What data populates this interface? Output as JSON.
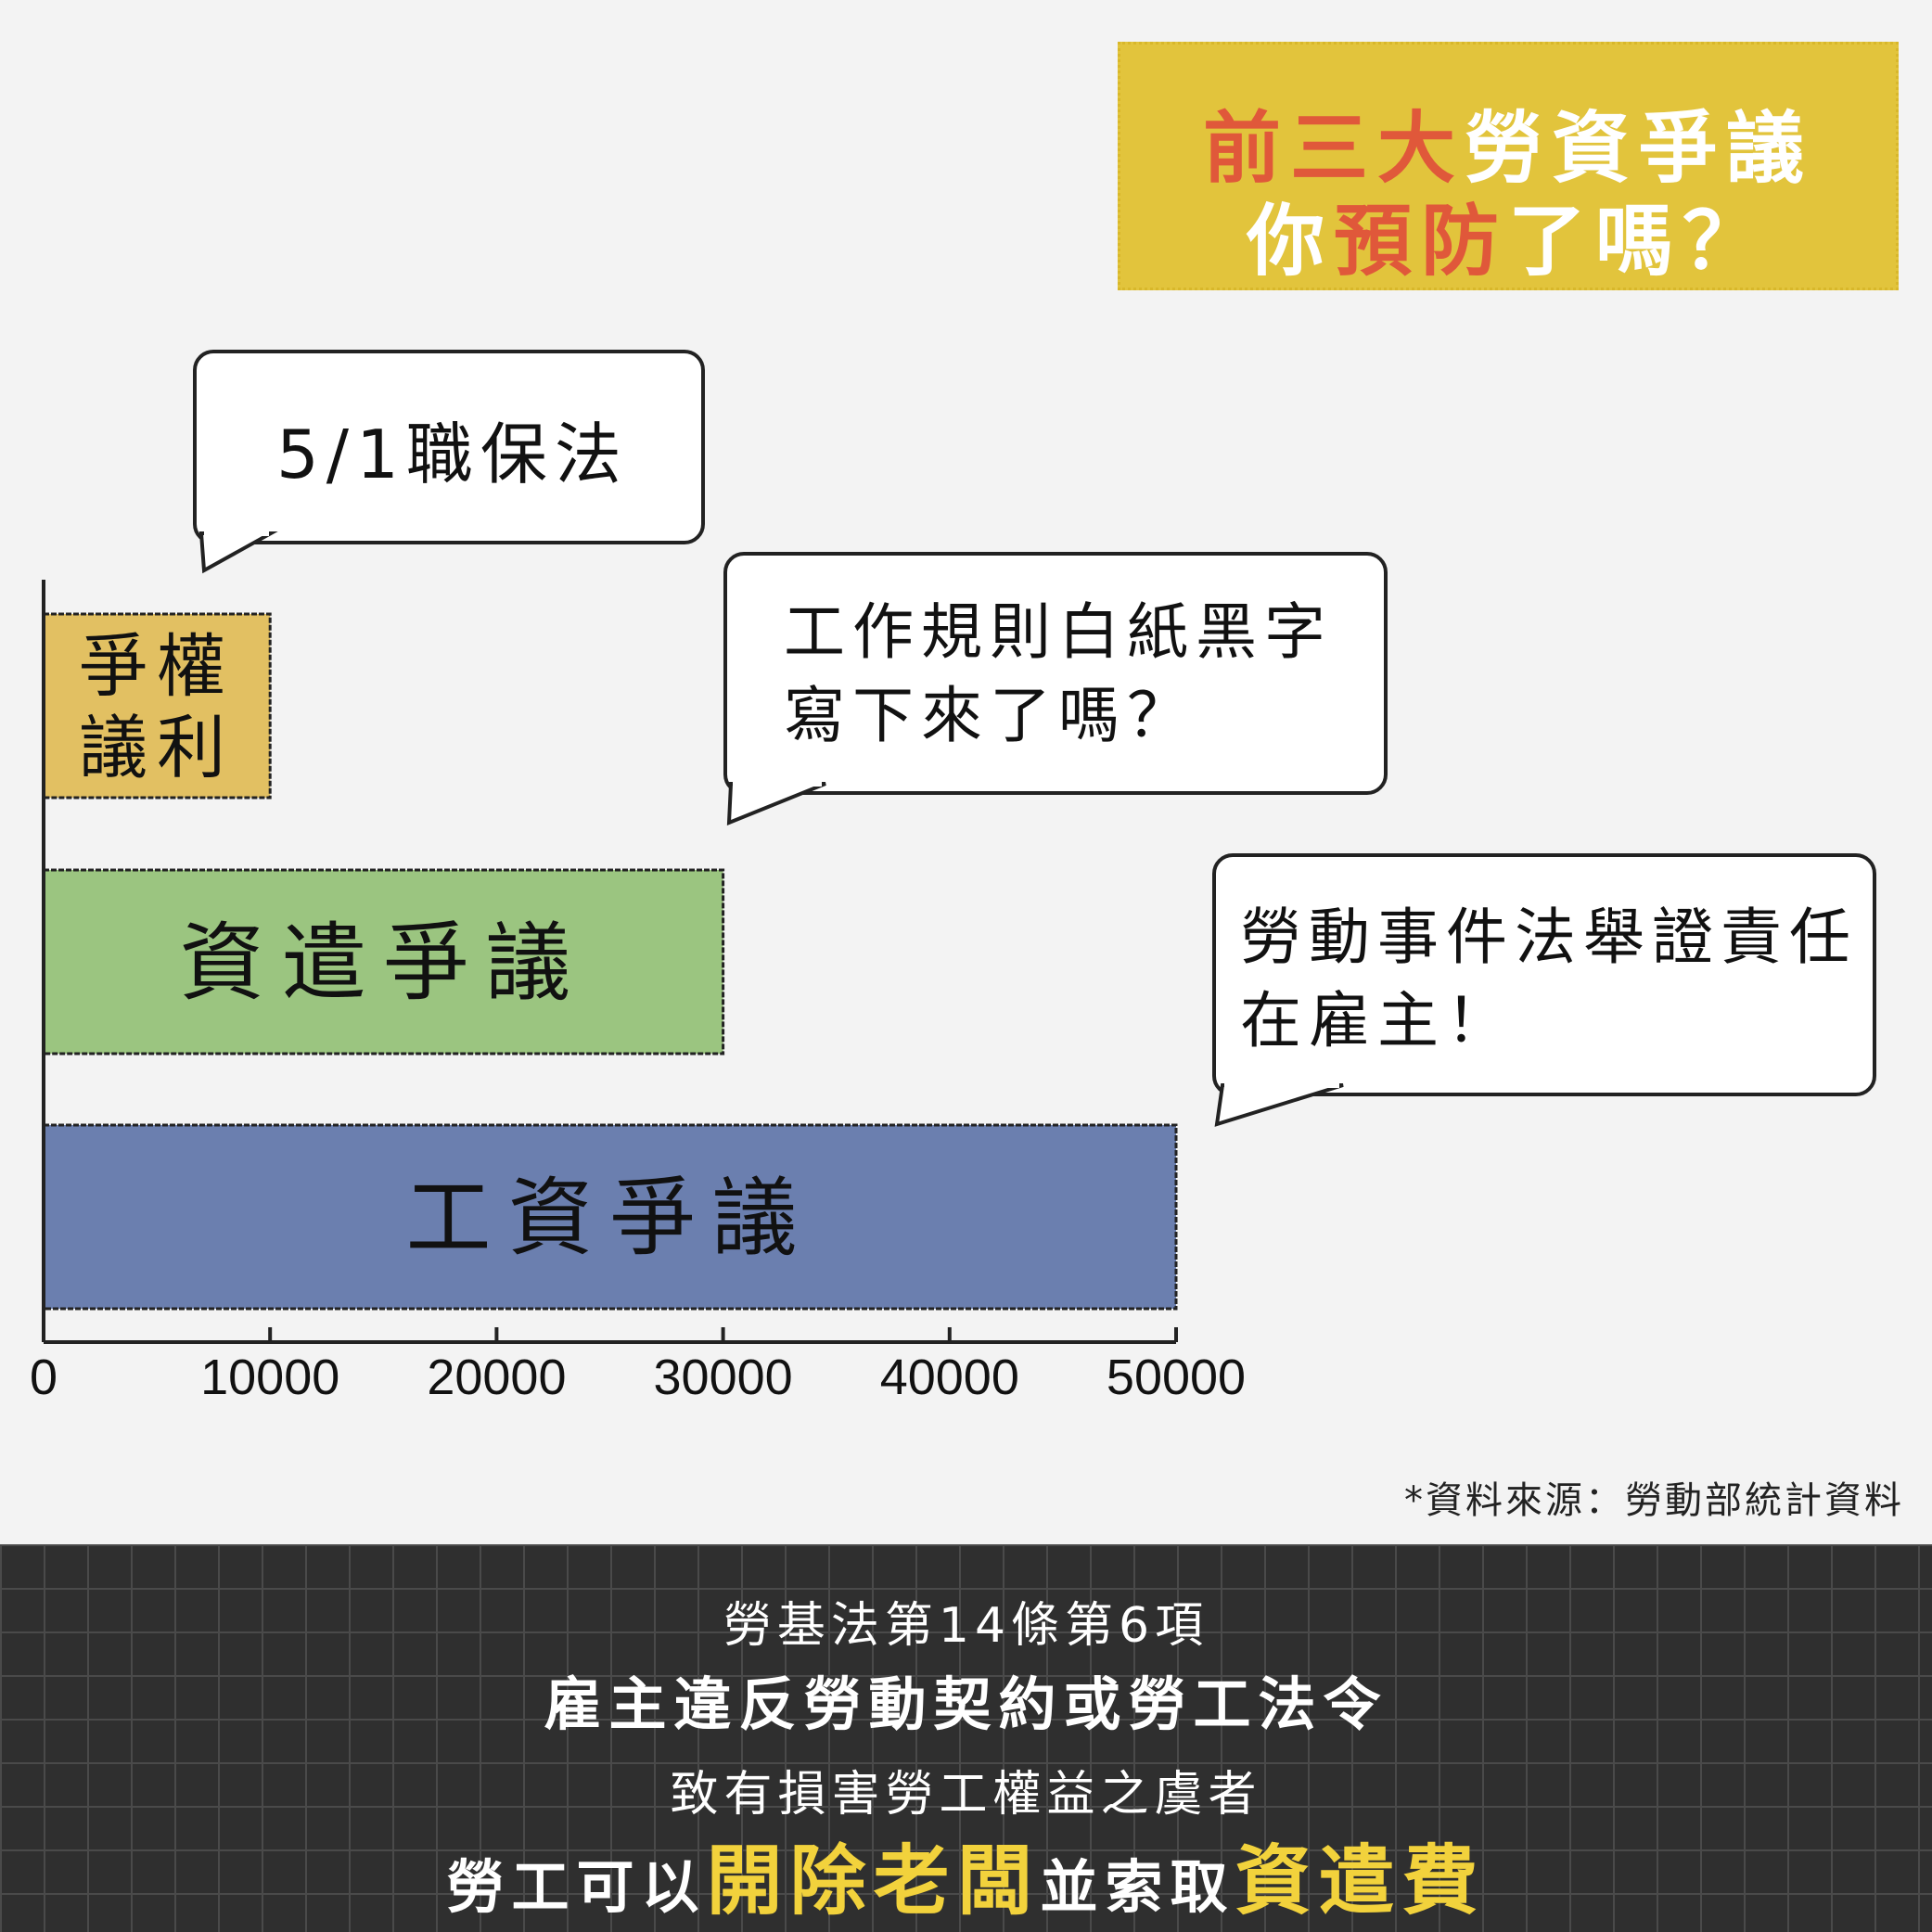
{
  "title": {
    "line1_highlight": "前三大",
    "line1_rest": "勞資爭議",
    "line2_start": "你",
    "line2_highlight": "預防",
    "line2_end": "了嗎？"
  },
  "bubbles": {
    "b1": "5/1職保法",
    "b2": "工作規則白紙黑字\n寫下來了嗎？",
    "b3": "勞動事件法舉證責任\n在雇主！"
  },
  "source": "*資料來源：勞動部統計資料",
  "footer": {
    "line1": "勞基法第14條第6項",
    "line2": "雇主違反勞動契約或勞工法令",
    "line3": "致有損害勞工權益之虞者",
    "line4_a": "勞工可以",
    "line4_b": "開除老闆",
    "line4_c": "並索取",
    "line4_d": "資遣費"
  },
  "chart_data": {
    "type": "bar",
    "orientation": "horizontal",
    "categories": [
      "爭權議利",
      "資遣爭議",
      "工資爭議"
    ],
    "label_lines": [
      [
        "爭權",
        "議利"
      ],
      [
        "資遣爭議"
      ],
      [
        "工資爭議"
      ]
    ],
    "values": [
      10000,
      30000,
      50000
    ],
    "colors": [
      "#e2c062",
      "#9bc580",
      "#6b7faf"
    ],
    "xlim": [
      0,
      50000
    ],
    "xticks": [
      0,
      10000,
      20000,
      30000,
      40000,
      50000
    ],
    "grid": false
  }
}
